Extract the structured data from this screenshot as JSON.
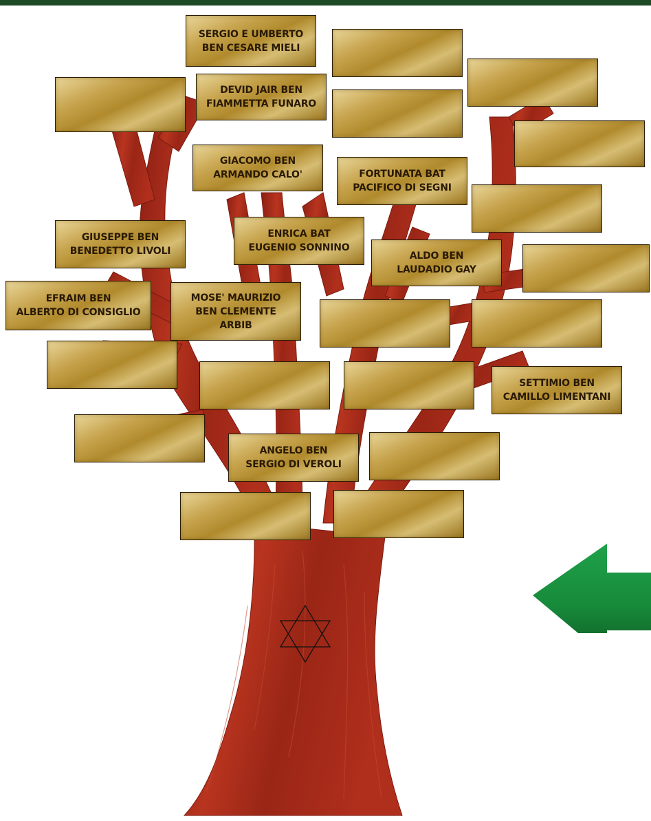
{
  "colors": {
    "header_bar": "#1e4b25",
    "trunk": "#a8281c",
    "plaque_gold": "#c7a44e",
    "arrow_green": "#1c8a3e"
  },
  "icons": {
    "star": "star-of-david-icon",
    "back": "back-arrow-icon"
  },
  "plaques": [
    {
      "id": "p1",
      "text": "SERGIO E UMBERTO\nBEN CESARE MIELI"
    },
    {
      "id": "p2",
      "text": ""
    },
    {
      "id": "p3",
      "text": ""
    },
    {
      "id": "p4",
      "text": ""
    },
    {
      "id": "p5",
      "text": "DEVID JAIR BEN\nFIAMMETTA FUNARO"
    },
    {
      "id": "p6",
      "text": ""
    },
    {
      "id": "p7",
      "text": ""
    },
    {
      "id": "p8",
      "text": "GIACOMO BEN\nARMANDO CALO'"
    },
    {
      "id": "p9",
      "text": "FORTUNATA BAT\nPACIFICO DI SEGNI"
    },
    {
      "id": "p10",
      "text": ""
    },
    {
      "id": "p11",
      "text": "GIUSEPPE BEN\nBENEDETTO LIVOLI"
    },
    {
      "id": "p12",
      "text": "ENRICA BAT\nEUGENIO SONNINO"
    },
    {
      "id": "p13",
      "text": "ALDO BEN\nLAUDADIO GAY"
    },
    {
      "id": "p14",
      "text": ""
    },
    {
      "id": "p15",
      "text": "EFRAIM BEN\nALBERTO DI CONSIGLIO"
    },
    {
      "id": "p16",
      "text": "MOSE' MAURIZIO\nBEN CLEMENTE\nARBIB"
    },
    {
      "id": "p17",
      "text": ""
    },
    {
      "id": "p18",
      "text": ""
    },
    {
      "id": "p19",
      "text": ""
    },
    {
      "id": "p20",
      "text": ""
    },
    {
      "id": "p21",
      "text": ""
    },
    {
      "id": "p22",
      "text": "SETTIMIO BEN\nCAMILLO LIMENTANI"
    },
    {
      "id": "p23",
      "text": ""
    },
    {
      "id": "p24",
      "text": "ANGELO BEN\nSERGIO DI VEROLI"
    },
    {
      "id": "p25",
      "text": ""
    },
    {
      "id": "p26",
      "text": ""
    },
    {
      "id": "p27",
      "text": ""
    }
  ]
}
